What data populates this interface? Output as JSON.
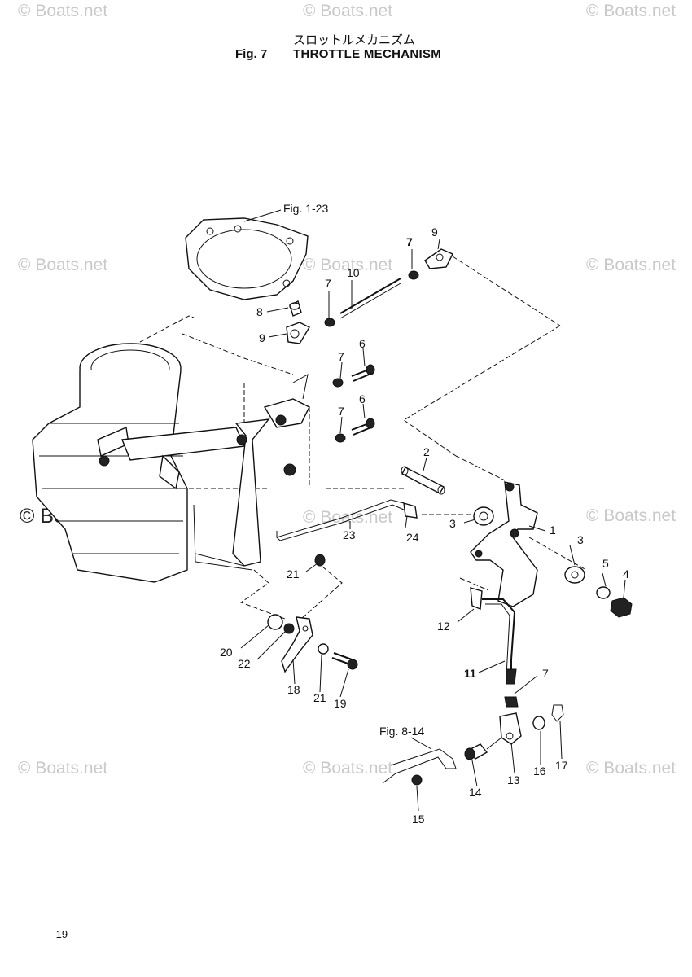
{
  "header": {
    "title_jp": "スロットルメカニズム",
    "fig_label": "Fig. 7",
    "fig_title": "THROTTLE MECHANISM"
  },
  "references": {
    "ref_1_23": "Fig. 1-23",
    "ref_8_14": "Fig. 8-14"
  },
  "watermark": "© Boats.net",
  "callouts": {
    "c1": "1",
    "c2": "2",
    "c3a": "3",
    "c3b": "3",
    "c4": "4",
    "c5": "5",
    "c6a": "6",
    "c6b": "6",
    "c7a": "7",
    "c7b": "7",
    "c7c": "7",
    "c7d": "7",
    "c7e": "7",
    "c8": "8",
    "c9a": "9",
    "c9b": "9",
    "c10": "10",
    "c11": "11",
    "c12": "12",
    "c13": "13",
    "c14": "14",
    "c15": "15",
    "c16": "16",
    "c17": "17",
    "c18": "18",
    "c19": "19",
    "c20": "20",
    "c21a": "21",
    "c21b": "21",
    "c22": "22",
    "c23": "23",
    "c24": "24"
  },
  "footer": {
    "page_number": "— 19 —"
  }
}
